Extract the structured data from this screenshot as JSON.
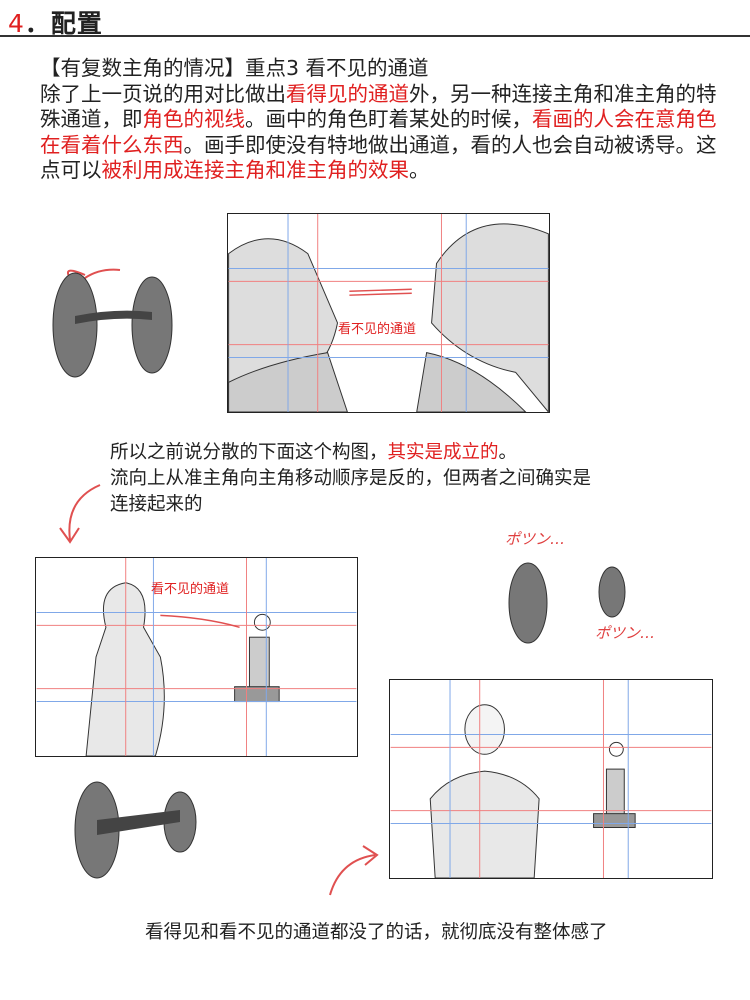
{
  "heading": {
    "number": "4",
    "separator": "．",
    "title": "配置"
  },
  "intro": {
    "line1": "【有复数主角的情况】重点3 看不见的通道",
    "segments": [
      {
        "text": "除了上一页说的用对比做出",
        "red": false
      },
      {
        "text": "看得见的通道",
        "red": true
      },
      {
        "text": "外，另一种连接主角和准主角的特殊通道，即",
        "red": false
      },
      {
        "text": "角色的视线",
        "red": true
      },
      {
        "text": "。画中的角色盯着某处的时候，",
        "red": false
      },
      {
        "text": "看画的人会在意角色在看着什么东西",
        "red": true
      },
      {
        "text": "。画手即使没有特地做出通道，看的人也会自动被诱导。这点可以",
        "red": false
      },
      {
        "text": "被利用成连接主角和准主角的效果",
        "red": true
      },
      {
        "text": "。",
        "red": false
      }
    ]
  },
  "figure1": {
    "label": "看不见的通道"
  },
  "middle": {
    "part1": "所以之前说分散的下面这个构图，",
    "part1_red": "其实是成立的",
    "part1_end": "。",
    "line2": "流向上从准主角向主角移动顺序是反的，但两者之间确实是",
    "line3": "连接起来的"
  },
  "figure2": {
    "label": "看不见的通道"
  },
  "sfx": {
    "top": "ポツン…",
    "bottom": "ポツン…"
  },
  "conclusion": "看得见和看不见的通道都没了的话，就彻底没有整体感了",
  "colors": {
    "accent": "#e02020",
    "blob": "#777777",
    "guide_red": "#f08080",
    "guide_blue": "#80a8e8"
  }
}
